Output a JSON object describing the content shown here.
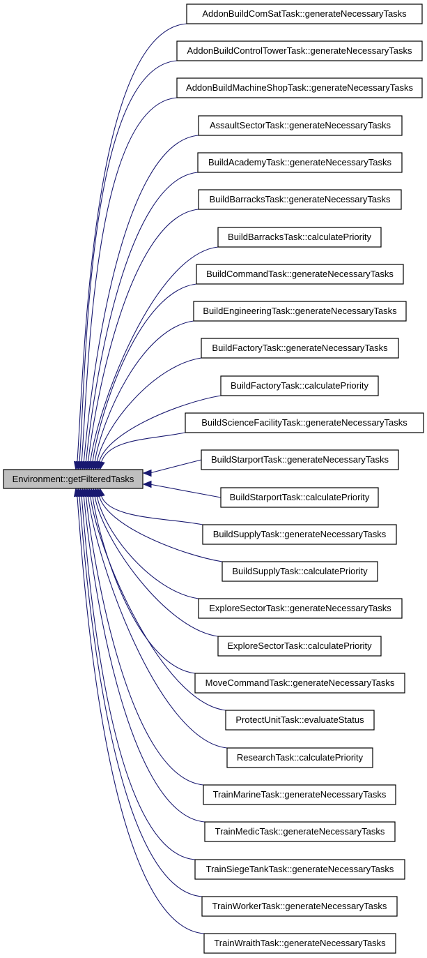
{
  "graph": {
    "type": "caller-graph",
    "edge_color": "#191970",
    "center_fill": "#bfbfbf",
    "center": {
      "label": "Environment::getFilteredTasks"
    },
    "callers": [
      {
        "label": "AddonBuildComSatTask::generateNecessaryTasks"
      },
      {
        "label": "AddonBuildControlTowerTask::generateNecessaryTasks"
      },
      {
        "label": "AddonBuildMachineShopTask::generateNecessaryTasks"
      },
      {
        "label": "AssaultSectorTask::generateNecessaryTasks"
      },
      {
        "label": "BuildAcademyTask::generateNecessaryTasks"
      },
      {
        "label": "BuildBarracksTask::generateNecessaryTasks"
      },
      {
        "label": "BuildBarracksTask::calculatePriority"
      },
      {
        "label": "BuildCommandTask::generateNecessaryTasks"
      },
      {
        "label": "BuildEngineeringTask::generateNecessaryTasks"
      },
      {
        "label": "BuildFactoryTask::generateNecessaryTasks"
      },
      {
        "label": "BuildFactoryTask::calculatePriority"
      },
      {
        "label": "BuildScienceFacilityTask::generateNecessaryTasks"
      },
      {
        "label": "BuildStarportTask::generateNecessaryTasks"
      },
      {
        "label": "BuildStarportTask::calculatePriority"
      },
      {
        "label": "BuildSupplyTask::generateNecessaryTasks"
      },
      {
        "label": "BuildSupplyTask::calculatePriority"
      },
      {
        "label": "ExploreSectorTask::generateNecessaryTasks"
      },
      {
        "label": "ExploreSectorTask::calculatePriority"
      },
      {
        "label": "MoveCommandTask::generateNecessaryTasks"
      },
      {
        "label": "ProtectUnitTask::evaluateStatus"
      },
      {
        "label": "ResearchTask::calculatePriority"
      },
      {
        "label": "TrainMarineTask::generateNecessaryTasks"
      },
      {
        "label": "TrainMedicTask::generateNecessaryTasks"
      },
      {
        "label": "TrainSiegeTankTask::generateNecessaryTasks"
      },
      {
        "label": "TrainWorkerTask::generateNecessaryTasks"
      },
      {
        "label": "TrainWraithTask::generateNecessaryTasks"
      }
    ]
  }
}
